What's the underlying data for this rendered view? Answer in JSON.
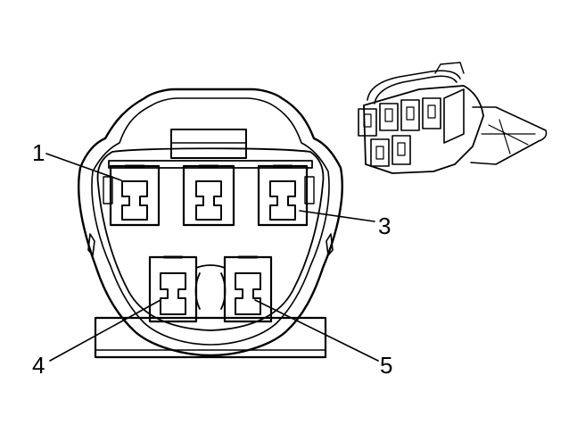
{
  "diagram": {
    "type": "connector-end-view",
    "callouts": [
      {
        "id": "pin-1",
        "label": "1"
      },
      {
        "id": "pin-3",
        "label": "3"
      },
      {
        "id": "pin-4",
        "label": "4"
      },
      {
        "id": "pin-5",
        "label": "5"
      }
    ],
    "colors": {
      "line": "#000000",
      "background": "#ffffff"
    }
  }
}
